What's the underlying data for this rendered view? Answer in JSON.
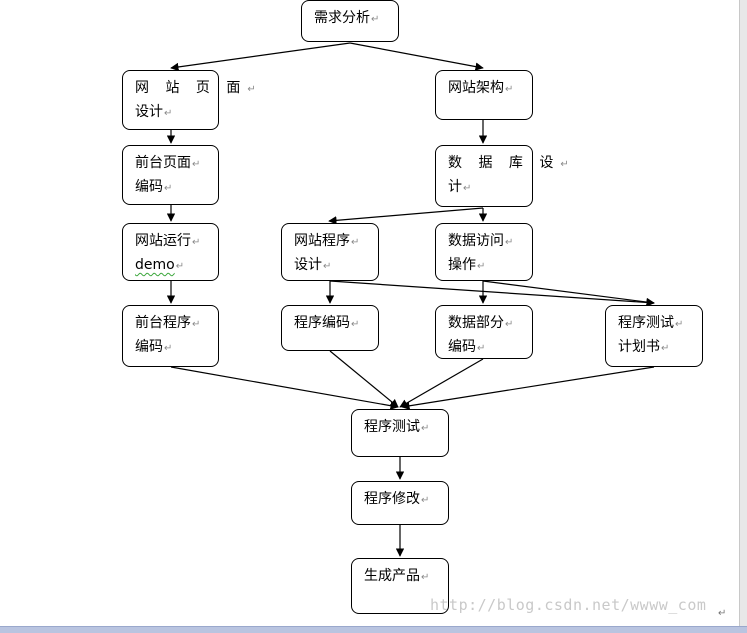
{
  "diagram": {
    "nodes": [
      {
        "id": "requirements",
        "lines": [
          "需求分析"
        ]
      },
      {
        "id": "site-page-design",
        "lines": [
          "网 站 页 面",
          "设计"
        ]
      },
      {
        "id": "site-architecture",
        "lines": [
          "网站架构"
        ]
      },
      {
        "id": "frontend-page-coding",
        "lines": [
          "前台页面",
          "编码"
        ]
      },
      {
        "id": "database-design",
        "lines": [
          "数 据 库 设",
          "计"
        ]
      },
      {
        "id": "site-demo",
        "lines": [
          "网站运行",
          "demo"
        ]
      },
      {
        "id": "site-program-design",
        "lines": [
          "网站程序",
          "设计"
        ]
      },
      {
        "id": "data-access-ops",
        "lines": [
          "数据访问",
          "操作"
        ]
      },
      {
        "id": "frontend-program",
        "lines": [
          "前台程序",
          "编码"
        ]
      },
      {
        "id": "program-coding",
        "lines": [
          "程序编码"
        ]
      },
      {
        "id": "data-part-coding",
        "lines": [
          "数据部分",
          "编码"
        ]
      },
      {
        "id": "test-plan",
        "lines": [
          "程序测试",
          "计划书"
        ]
      },
      {
        "id": "program-testing",
        "lines": [
          "程序测试"
        ]
      },
      {
        "id": "program-revision",
        "lines": [
          "程序修改"
        ]
      },
      {
        "id": "product",
        "lines": [
          "生成产品"
        ]
      }
    ],
    "edges": [
      [
        "requirements",
        "site-page-design"
      ],
      [
        "requirements",
        "site-architecture"
      ],
      [
        "site-page-design",
        "frontend-page-coding"
      ],
      [
        "frontend-page-coding",
        "site-demo"
      ],
      [
        "site-demo",
        "frontend-program"
      ],
      [
        "site-architecture",
        "database-design"
      ],
      [
        "database-design",
        "site-program-design"
      ],
      [
        "database-design",
        "data-access-ops"
      ],
      [
        "site-program-design",
        "program-coding"
      ],
      [
        "site-program-design",
        "test-plan"
      ],
      [
        "data-access-ops",
        "data-part-coding"
      ],
      [
        "data-access-ops",
        "test-plan"
      ],
      [
        "frontend-program",
        "program-testing"
      ],
      [
        "program-coding",
        "program-testing"
      ],
      [
        "data-part-coding",
        "program-testing"
      ],
      [
        "test-plan",
        "program-testing"
      ],
      [
        "program-testing",
        "program-revision"
      ],
      [
        "program-revision",
        "product"
      ]
    ],
    "paragraph_mark": "↵",
    "watermark": "http://blog.csdn.net/wwww_com",
    "corner_mark": "↵"
  }
}
